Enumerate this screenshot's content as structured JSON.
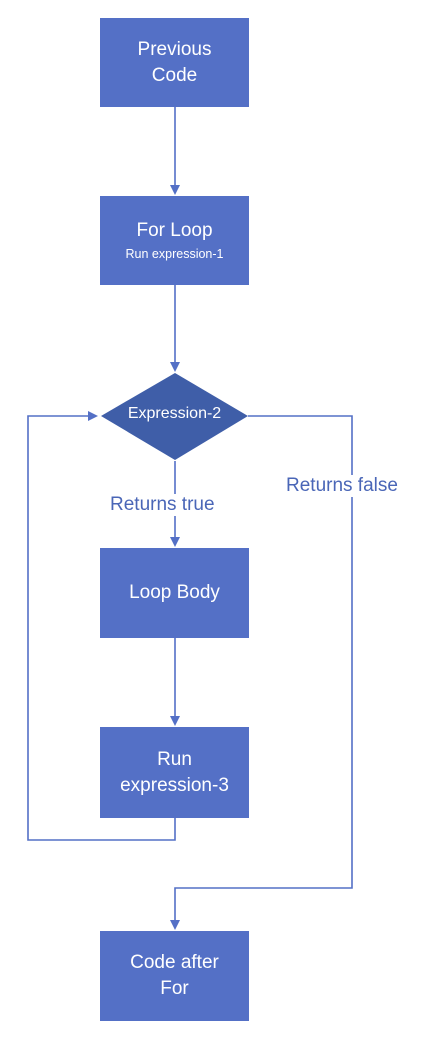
{
  "nodes": {
    "previous_code": {
      "line1": "Previous",
      "line2": "Code"
    },
    "for_loop": {
      "line1": "For Loop",
      "sub": "Run expression-1"
    },
    "condition": {
      "label": "Expression-2"
    },
    "loop_body": {
      "line1": "Loop Body"
    },
    "run_expr3": {
      "line1": "Run",
      "line2": "expression-3"
    },
    "code_after": {
      "line1": "Code after",
      "line2": "For"
    }
  },
  "edges": {
    "true_label": "Returns true",
    "false_label": "Returns false"
  },
  "colors": {
    "box_fill": "#5470c6",
    "diamond_fill": "#3f5ea8",
    "connector": "#5470c6",
    "label_text": "#4a66b7"
  }
}
